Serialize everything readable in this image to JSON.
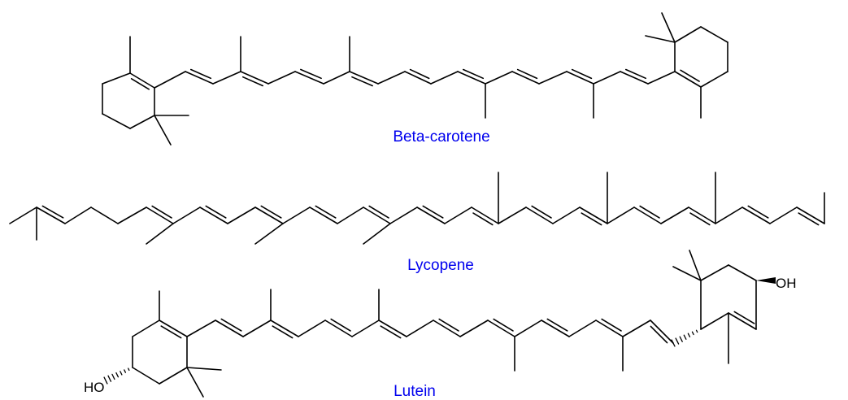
{
  "colors": {
    "caption": "#0000ee",
    "bond": "#000000"
  },
  "molecules": [
    {
      "name": "Beta-carotene"
    },
    {
      "name": "Lycopene"
    },
    {
      "name": "Lutein"
    }
  ],
  "atoms": {
    "hydroxyl_left": "HO",
    "hydroxyl_right": "OH"
  }
}
